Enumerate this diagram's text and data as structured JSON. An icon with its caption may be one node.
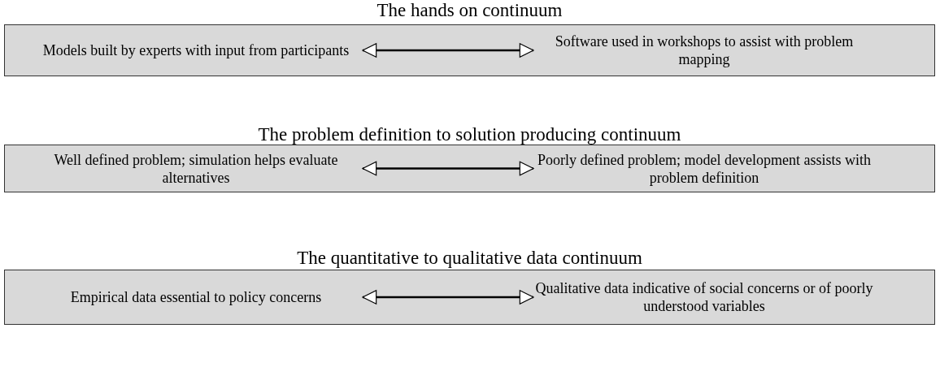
{
  "diagram": {
    "nodes": [
      {
        "text": [
          "The hands on continuum"
        ]
      },
      {
        "text": [
          "Models built by experts with input from participants"
        ],
        "in": 0
      },
      {
        "text": [
          "Software used in workshops to assist with problem mapping"
        ],
        "in": 0
      },
      {
        "text": [
          "The problem definition to solution producing continuum"
        ]
      },
      {
        "text": [
          "Well defined problem; simulation helps evaluate alternatives"
        ],
        "in": 3
      },
      {
        "text": [
          "Poorly defined problem; model development assists with problem definition"
        ],
        "in": 3
      },
      {
        "text": [
          "The quantitative to qualitative data continuum"
        ]
      },
      {
        "text": [
          "Empirical data essential to policy concerns"
        ],
        "in": 6
      },
      {
        "text": [
          "Qualitative data indicative of social concerns or of poorly understood variables"
        ],
        "in": 6
      }
    ],
    "edges": [
      {
        "from": 1,
        "to": 2,
        "arrow": "both"
      },
      {
        "from": 4,
        "to": 5,
        "arrow": "both"
      },
      {
        "from": 7,
        "to": 8,
        "arrow": "both"
      }
    ]
  }
}
